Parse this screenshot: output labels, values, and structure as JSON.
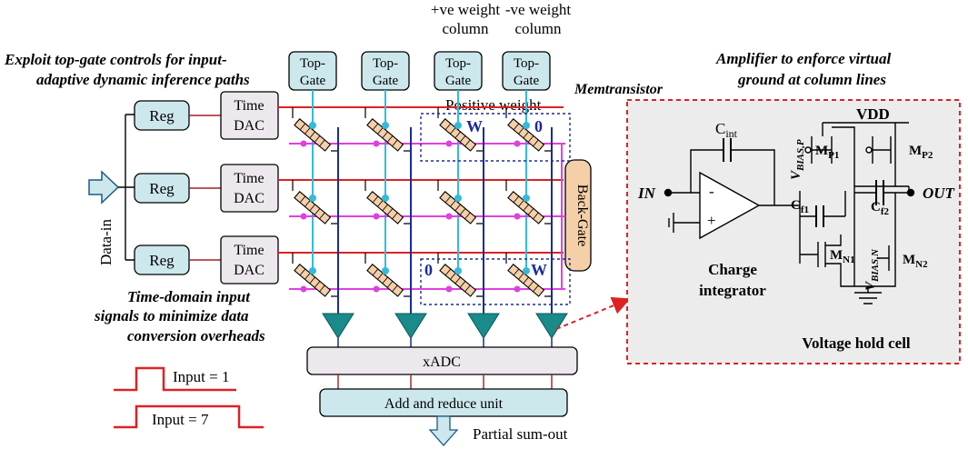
{
  "annotations": {
    "exploit_line1": "Exploit top-gate controls for input-",
    "exploit_line2": "adaptive dynamic inference paths",
    "time_domain_line1": "Time-domain input",
    "time_domain_line2": "signals to minimize data",
    "time_domain_line3": "conversion overheads",
    "amp_line1": "Amplifier to enforce virtual",
    "amp_line2": "ground at column lines",
    "memtransistor": "Memtransistor",
    "positive_weight": "Positive weight",
    "pos_col_line1": "+ve weight",
    "pos_col_line2": "column",
    "neg_col_line1": "-ve weight",
    "neg_col_line2": "column"
  },
  "blocks": {
    "data_in": "Data-in",
    "reg": "Reg",
    "time": "Time",
    "dac": "DAC",
    "top": "Top-",
    "gate": "Gate",
    "back_gate": "Back-Gate",
    "xadc": "xADC",
    "add_reduce": "Add and reduce unit",
    "partial_sum": "Partial sum-out"
  },
  "weights": {
    "w": "W",
    "zero": "0"
  },
  "waveforms": {
    "input1": "Input = 1",
    "input7": "Input = 7"
  },
  "circuit": {
    "cint": "C",
    "cint_sub": "int",
    "vdd": "VDD",
    "in": "IN",
    "out": "OUT",
    "minus": "-",
    "plus": "+",
    "mp1": "M",
    "mp1_sub": "P1",
    "mp2": "M",
    "mp2_sub": "P2",
    "mn1": "M",
    "mn1_sub": "N1",
    "mn2": "M",
    "mn2_sub": "N2",
    "cf1": "C",
    "cf1_sub": "f1",
    "cf2": "C",
    "cf2_sub": "f2",
    "vbias_p": "V",
    "vbias_p_sub": "BIAS,P",
    "vbias_n": "V",
    "vbias_n_sub": "BIAS,N",
    "charge_line1": "Charge",
    "charge_line2": "integrator",
    "hold_cell": "Voltage hold cell"
  },
  "colors": {
    "block_fill": "#cce8ec",
    "dac_fill": "#ede8ee",
    "red": "#dd2222",
    "magenta": "#e040e0",
    "cyan": "#33bbdd",
    "navy": "#1a2b9a",
    "teal": "#1a8a8a",
    "device": "#f5cfa8"
  }
}
